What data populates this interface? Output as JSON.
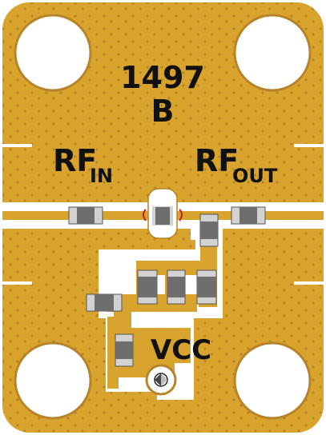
{
  "board": {
    "part_number": "1497",
    "revision": "B",
    "rf_in": {
      "main": "RF",
      "sub": "IN"
    },
    "rf_out": {
      "main": "RF",
      "sub": "OUT"
    },
    "vcc": "VCC"
  },
  "colors": {
    "gold": "#d9a42e",
    "gold_dark": "#b8842a",
    "via": "#9a6c1c",
    "substrate": "#ffffff",
    "component_body": "#6e6e6e",
    "component_end": "#d2d2d2",
    "silkscreen": "#111111"
  }
}
